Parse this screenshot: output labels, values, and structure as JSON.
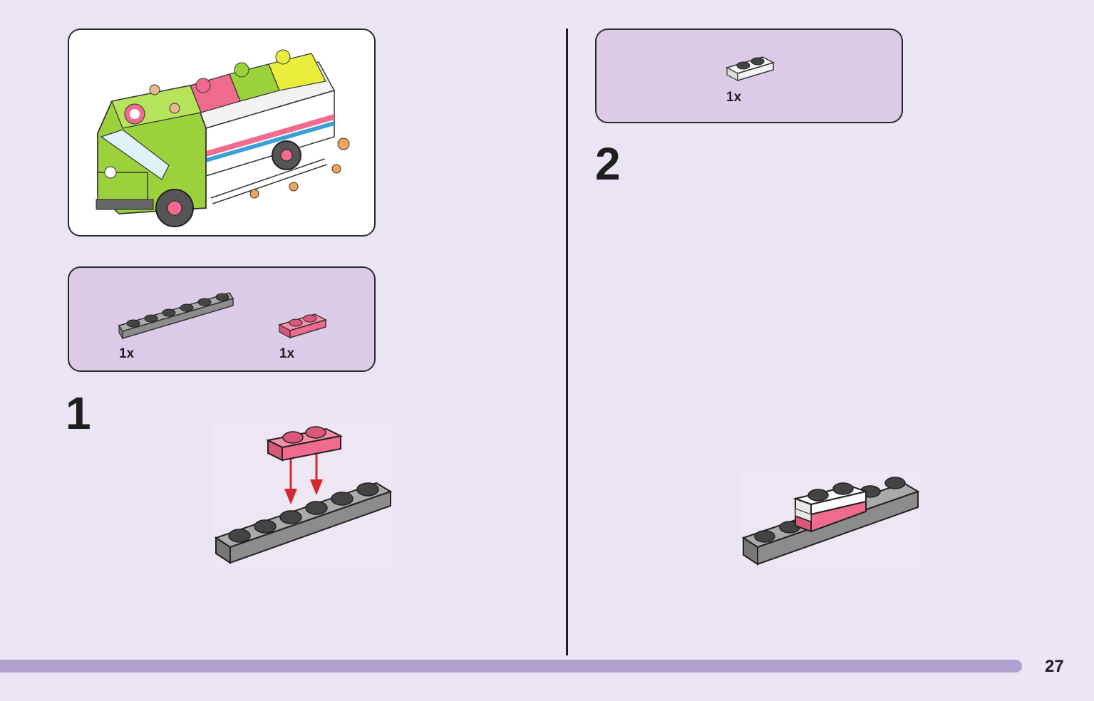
{
  "step1": {
    "number": "1",
    "parts": [
      {
        "icon": "gray-plate-1x6-icon",
        "quantity": "1x",
        "color": "#8c8c8c"
      },
      {
        "icon": "pink-plate-1x2-icon",
        "quantity": "1x",
        "color": "#f06b8e"
      }
    ]
  },
  "step2": {
    "number": "2",
    "parts": [
      {
        "icon": "white-plate-1x2-icon",
        "quantity": "1x",
        "color": "#f4f4f4"
      }
    ]
  },
  "preview": {
    "icon": "recycling-truck-model-icon"
  },
  "footer": {
    "page_number": "27"
  },
  "colors": {
    "background": "#ebe4f2",
    "parts_panel": "#dccbe6",
    "footer_bar": "#b0a0cf",
    "arrow": "#d4262f",
    "truck_green": "#9bd23c",
    "pink": "#f06b8e"
  }
}
